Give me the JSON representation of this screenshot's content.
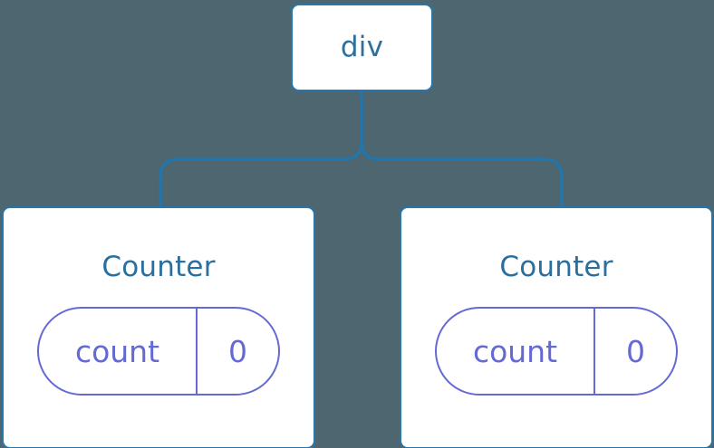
{
  "diagram": {
    "type": "component-tree",
    "background_color": "#4d6670",
    "node_border_color": "#2a75a9",
    "node_fill_color": "#ffffff",
    "connector_color": "#2176ae",
    "title_color": "#2d6f9d",
    "state_color": "#6469d4",
    "root": {
      "label": "div"
    },
    "children": [
      {
        "label": "Counter",
        "state": {
          "key": "count",
          "value": "0"
        }
      },
      {
        "label": "Counter",
        "state": {
          "key": "count",
          "value": "0"
        }
      }
    ]
  }
}
